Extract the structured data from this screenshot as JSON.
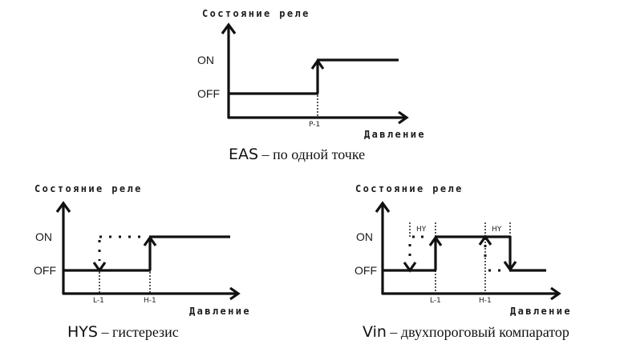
{
  "colors": {
    "line": "#111111",
    "background": "#ffffff"
  },
  "diagrams": [
    {
      "id": "eas",
      "y_axis_label": "Состояние реле",
      "x_axis_label": "Давление",
      "on_label": "ON",
      "off_label": "OFF",
      "ticks": [
        "P-1"
      ],
      "caption_code": "EAS",
      "caption_dash": " – ",
      "caption_desc": "по одной точке"
    },
    {
      "id": "hys",
      "y_axis_label": "Состояние реле",
      "x_axis_label": "Давление",
      "on_label": "ON",
      "off_label": "OFF",
      "ticks": [
        "L-1",
        "H-1"
      ],
      "caption_code": "HYS",
      "caption_dash": " – ",
      "caption_desc": "гистерезис"
    },
    {
      "id": "vin",
      "y_axis_label": "Состояние реле",
      "x_axis_label": "Давление",
      "on_label": "ON",
      "off_label": "OFF",
      "ticks": [
        "L-1",
        "H-1"
      ],
      "hy_labels": [
        "HY",
        "HY"
      ],
      "caption_code": "Vin",
      "caption_dash": " – ",
      "caption_desc": "двухпороговый компаратор"
    }
  ]
}
